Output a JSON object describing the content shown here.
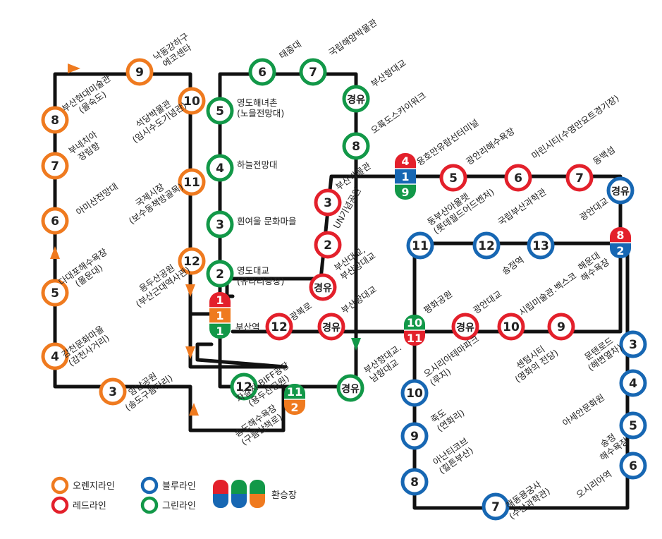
{
  "colors": {
    "orange": "#EF7A1F",
    "red": "#E3202B",
    "green": "#129848",
    "blue": "#1767B3",
    "route": "#111111"
  },
  "common_label": "경유",
  "stations": [
    {
      "id": "o3",
      "line": "orange",
      "num": "3",
      "label": [
        "암남공원",
        "(송도구름다리)"
      ]
    },
    {
      "id": "o4",
      "line": "orange",
      "num": "4",
      "label": [
        "감천문화마을",
        "(감천사거리)"
      ]
    },
    {
      "id": "o5",
      "line": "orange",
      "num": "5",
      "label": [
        "다대포해수욕장",
        "(몰운대)"
      ]
    },
    {
      "id": "o6",
      "line": "orange",
      "num": "6",
      "label": [
        "아미산전망대"
      ]
    },
    {
      "id": "o7",
      "line": "orange",
      "num": "7",
      "label": [
        "부네치아",
        "장림항"
      ]
    },
    {
      "id": "o8",
      "line": "orange",
      "num": "8",
      "label": [
        "부산현대미술관",
        "(을숙도)"
      ]
    },
    {
      "id": "o9",
      "line": "orange",
      "num": "9",
      "label": [
        "낙동강하구",
        "에코센타"
      ]
    },
    {
      "id": "o10",
      "line": "orange",
      "num": "10",
      "label": [
        "석당박물관",
        "(임시수도기념관)"
      ]
    },
    {
      "id": "o11",
      "line": "orange",
      "num": "11",
      "label": [
        "국제시장",
        "(보수동책방골목)"
      ]
    },
    {
      "id": "o12",
      "line": "orange",
      "num": "12",
      "label": [
        "용두산공원",
        "(부산근대역사관)"
      ]
    },
    {
      "id": "g2",
      "line": "green",
      "num": "2",
      "label": [
        "영도대교",
        "(유라리광장)"
      ]
    },
    {
      "id": "g3",
      "line": "green",
      "num": "3",
      "label": [
        "흰여울 문화마을"
      ]
    },
    {
      "id": "g4",
      "line": "green",
      "num": "4",
      "label": [
        "하늘전망대"
      ]
    },
    {
      "id": "g5",
      "line": "green",
      "num": "5",
      "label": [
        "영도해녀촌",
        "(노을전망대)"
      ]
    },
    {
      "id": "g6",
      "line": "green",
      "num": "6",
      "label": [
        "태종대"
      ]
    },
    {
      "id": "g7",
      "line": "green",
      "num": "7",
      "label": [
        "국립해양박물관"
      ]
    },
    {
      "id": "gc1",
      "line": "green",
      "num": "경유",
      "label": [
        "부산항대교"
      ]
    },
    {
      "id": "g8",
      "line": "green",
      "num": "8",
      "label": [
        "오륙도스카이워크"
      ]
    },
    {
      "id": "g12",
      "line": "green",
      "num": "12",
      "label": []
    },
    {
      "id": "gc2",
      "line": "green",
      "num": "경유",
      "label": [
        "부산항대교.",
        "남항대교"
      ]
    },
    {
      "id": "r3",
      "line": "red",
      "num": "3",
      "label": [
        "부산박물관"
      ]
    },
    {
      "id": "r2",
      "line": "red",
      "num": "2",
      "label": [
        "UN기념공원"
      ]
    },
    {
      "id": "rc1",
      "line": "red",
      "num": "경유",
      "label": [
        "부산대교,",
        "부산항대교"
      ]
    },
    {
      "id": "r12",
      "line": "red",
      "num": "12",
      "label": [
        "광복로"
      ]
    },
    {
      "id": "rc2",
      "line": "red",
      "num": "경유",
      "label": [
        "부산항대교"
      ]
    },
    {
      "id": "r5",
      "line": "red",
      "num": "5",
      "label": [
        "광안리해수욕장"
      ]
    },
    {
      "id": "r6",
      "line": "red",
      "num": "6",
      "label": [
        "마린시티(수영만요트경기장)"
      ]
    },
    {
      "id": "r7",
      "line": "red",
      "num": "7",
      "label": [
        "동백섬"
      ]
    },
    {
      "id": "rc3",
      "line": "red",
      "num": "경유",
      "label": [
        "광안대교"
      ]
    },
    {
      "id": "r10",
      "line": "red",
      "num": "10",
      "label": [
        "시립미술관.벡스코"
      ]
    },
    {
      "id": "r9",
      "line": "red",
      "num": "9",
      "label": [
        "센텀시티",
        "(영화의 전당)"
      ]
    },
    {
      "id": "bc1",
      "line": "blue",
      "num": "경유",
      "label": [
        "광안대교"
      ]
    },
    {
      "id": "b3",
      "line": "blue",
      "num": "3",
      "label": [
        "문텐로드",
        "(해변열차)"
      ]
    },
    {
      "id": "b4",
      "line": "blue",
      "num": "4",
      "label": [
        "아세안문화원"
      ]
    },
    {
      "id": "b5",
      "line": "blue",
      "num": "5",
      "label": [
        "송정",
        "해수욕장"
      ]
    },
    {
      "id": "b6",
      "line": "blue",
      "num": "6",
      "label": [
        "오시리아역"
      ]
    },
    {
      "id": "b7",
      "line": "blue",
      "num": "7",
      "label": [
        "해동용궁사",
        "(수산과학관)"
      ]
    },
    {
      "id": "b8",
      "line": "blue",
      "num": "8",
      "label": [
        "아난티코브",
        "(힐튼부산)"
      ]
    },
    {
      "id": "b9",
      "line": "blue",
      "num": "9",
      "label": [
        "죽도",
        "(연화리)"
      ]
    },
    {
      "id": "b10",
      "line": "blue",
      "num": "10",
      "label": [
        "오시리아테마파크",
        "(루지)"
      ]
    },
    {
      "id": "b11",
      "line": "blue",
      "num": "11",
      "label": [
        "동부산아울렛",
        "(롯데월드어드벤처)"
      ]
    },
    {
      "id": "b12",
      "line": "blue",
      "num": "12",
      "label": [
        "국립부산과학관"
      ]
    },
    {
      "id": "b13",
      "line": "blue",
      "num": "13",
      "label": [
        "송정역"
      ]
    }
  ],
  "transfers": [
    {
      "id": "busan-station",
      "segments": [
        {
          "line": "red",
          "num": "1"
        },
        {
          "line": "orange",
          "num": "1"
        },
        {
          "line": "green",
          "num": "1"
        }
      ],
      "label": [
        "부산역"
      ]
    },
    {
      "id": "ferry-terminal",
      "segments": [
        {
          "line": "red",
          "num": "4"
        },
        {
          "line": "blue",
          "num": "1"
        },
        {
          "line": "green",
          "num": "9"
        }
      ],
      "label": [
        "용호만유람선터미널"
      ]
    },
    {
      "id": "pyeonghwa",
      "segments": [
        {
          "line": "green",
          "num": "10"
        },
        {
          "line": "red",
          "num": "11"
        }
      ],
      "label": [
        "평화공원"
      ]
    },
    {
      "id": "haeundae",
      "segments": [
        {
          "line": "red",
          "num": "8"
        },
        {
          "line": "blue",
          "num": "2"
        }
      ],
      "label": [
        "해운대",
        "해수욕장"
      ]
    },
    {
      "id": "jagalchi",
      "segments": [
        {
          "line": "green",
          "num": "11"
        },
        {
          "line": "orange",
          "num": "2"
        }
      ],
      "label": [
        "자갈치.BIFF광장",
        "(용두산공원)"
      ]
    }
  ],
  "extra_labels": [
    {
      "id": "songdo",
      "label": [
        "송도해수욕장",
        "(구름산책로)"
      ]
    }
  ],
  "legend": {
    "orange": "오렌지라인",
    "red": "레드라인",
    "blue": "블루라인",
    "green": "그린라인",
    "transfer": "환승장"
  }
}
